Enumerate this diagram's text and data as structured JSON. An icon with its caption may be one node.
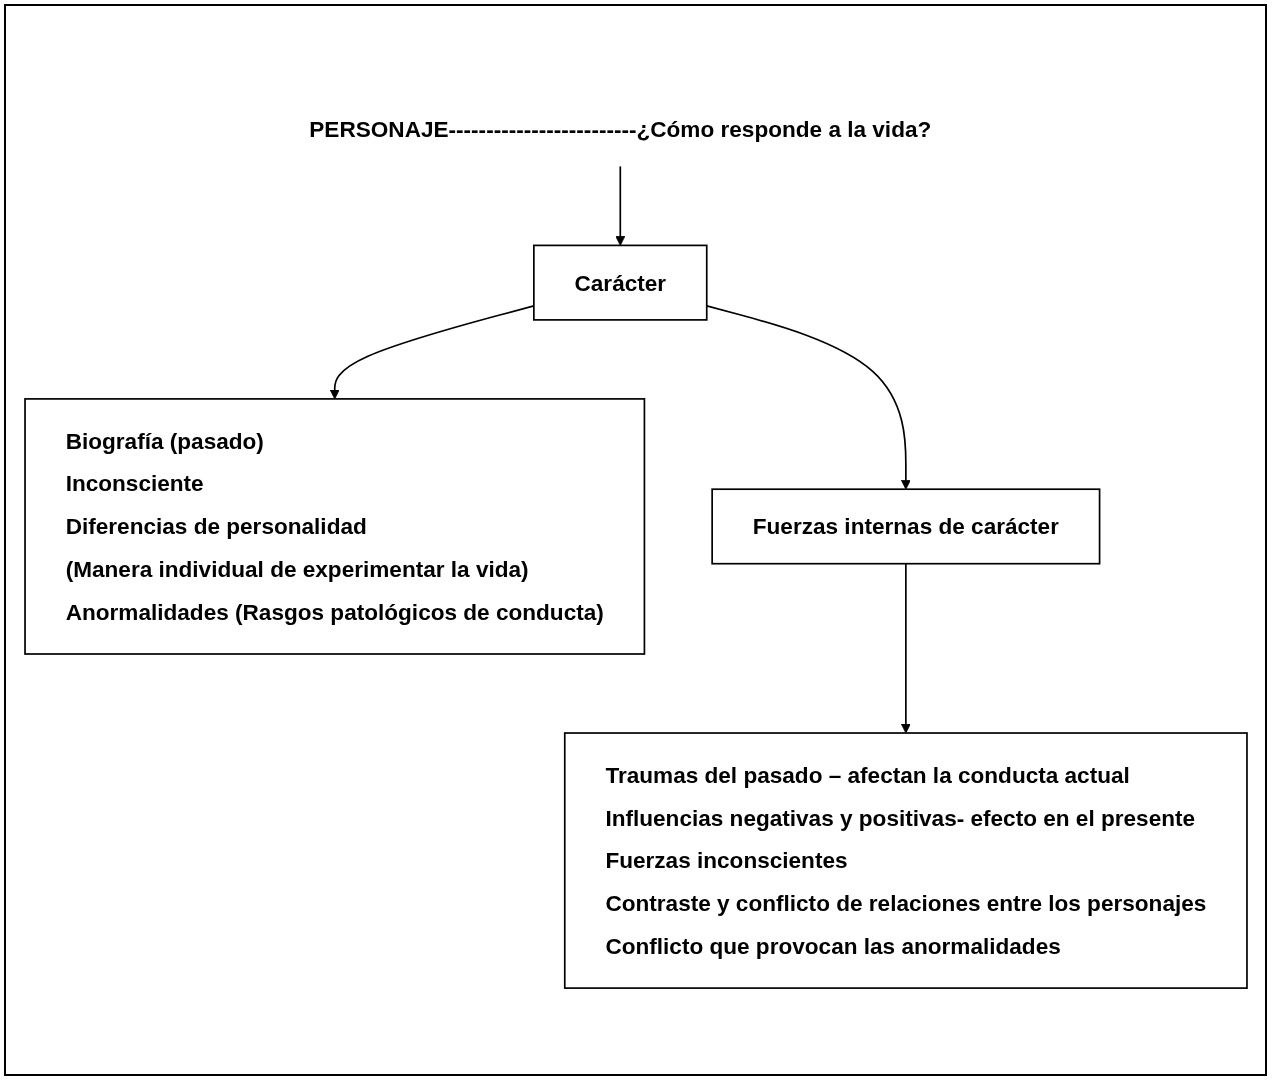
{
  "diagram": {
    "nodes": [
      {
        "text": [
          "PERSONAJE-------------------------¿Cómo  responde a la vida?"
        ]
      },
      {
        "text": [
          "Carácter"
        ]
      },
      {
        "text": [
          "Biografía (pasado)",
          "Inconsciente",
          "Diferencias de  personalidad",
          "(Manera individual de experimentar la vida)",
          "Anormalidades (Rasgos patológicos de conducta)"
        ]
      },
      {
        "text": [
          "Fuerzas internas de carácter"
        ]
      },
      {
        "text": [
          "Traumas del pasado – afectan la  conducta actual",
          "Influencias negativas y positivas- efecto en el presente",
          "Fuerzas inconscientes",
          "Contraste y conflicto de relaciones entre los personajes",
          "Conflicto que provocan las anormalidades"
        ]
      }
    ],
    "edges": [
      {
        "from": 0,
        "to": 1,
        "arrow": "to"
      },
      {
        "from": 1,
        "to": 2,
        "arrow": "to"
      },
      {
        "from": 1,
        "to": 3,
        "arrow": "to"
      },
      {
        "from": 3,
        "to": 4,
        "arrow": "to"
      }
    ]
  }
}
